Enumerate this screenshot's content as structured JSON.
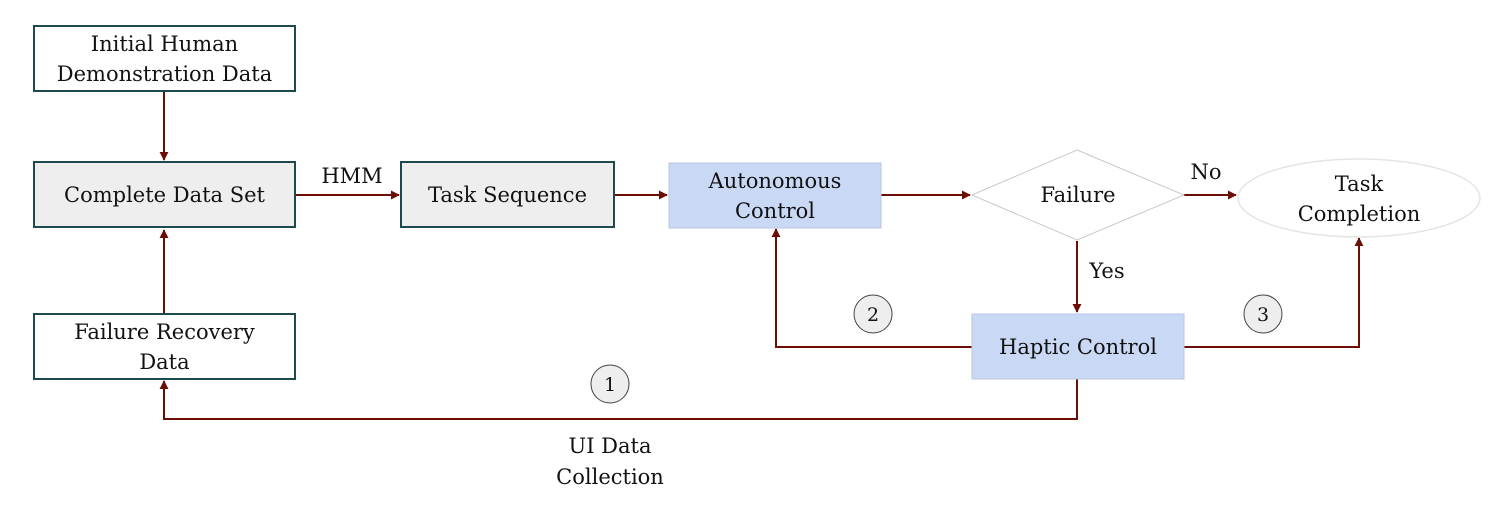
{
  "colors": {
    "arrow": "#6b0e05",
    "teal_border": "#1d4a4f",
    "grey_fill": "#eeeeee",
    "blue_fill": "#c9d9f5",
    "blue_border": "#b8c6dc",
    "light_border": "#c8c8c8",
    "badge_fill": "#eeeeee"
  },
  "nodes": {
    "initial_demo": {
      "line1": "Initial Human",
      "line2": "Demonstration Data"
    },
    "complete_data_set": {
      "label": "Complete Data Set"
    },
    "failure_recovery": {
      "line1": "Failure Recovery",
      "line2": "Data"
    },
    "task_sequence": {
      "label": "Task Sequence"
    },
    "autonomous_control": {
      "line1": "Autonomous",
      "line2": "Control"
    },
    "failure_decision": {
      "label": "Failure"
    },
    "task_completion": {
      "line1": "Task",
      "line2": "Completion"
    },
    "haptic_control": {
      "label": "Haptic Control"
    }
  },
  "edge_labels": {
    "hmm": "HMM",
    "no": "No",
    "yes": "Yes",
    "ui_data_line1": "UI Data",
    "ui_data_line2": "Collection"
  },
  "badges": {
    "one": "1",
    "two": "2",
    "three": "3"
  }
}
